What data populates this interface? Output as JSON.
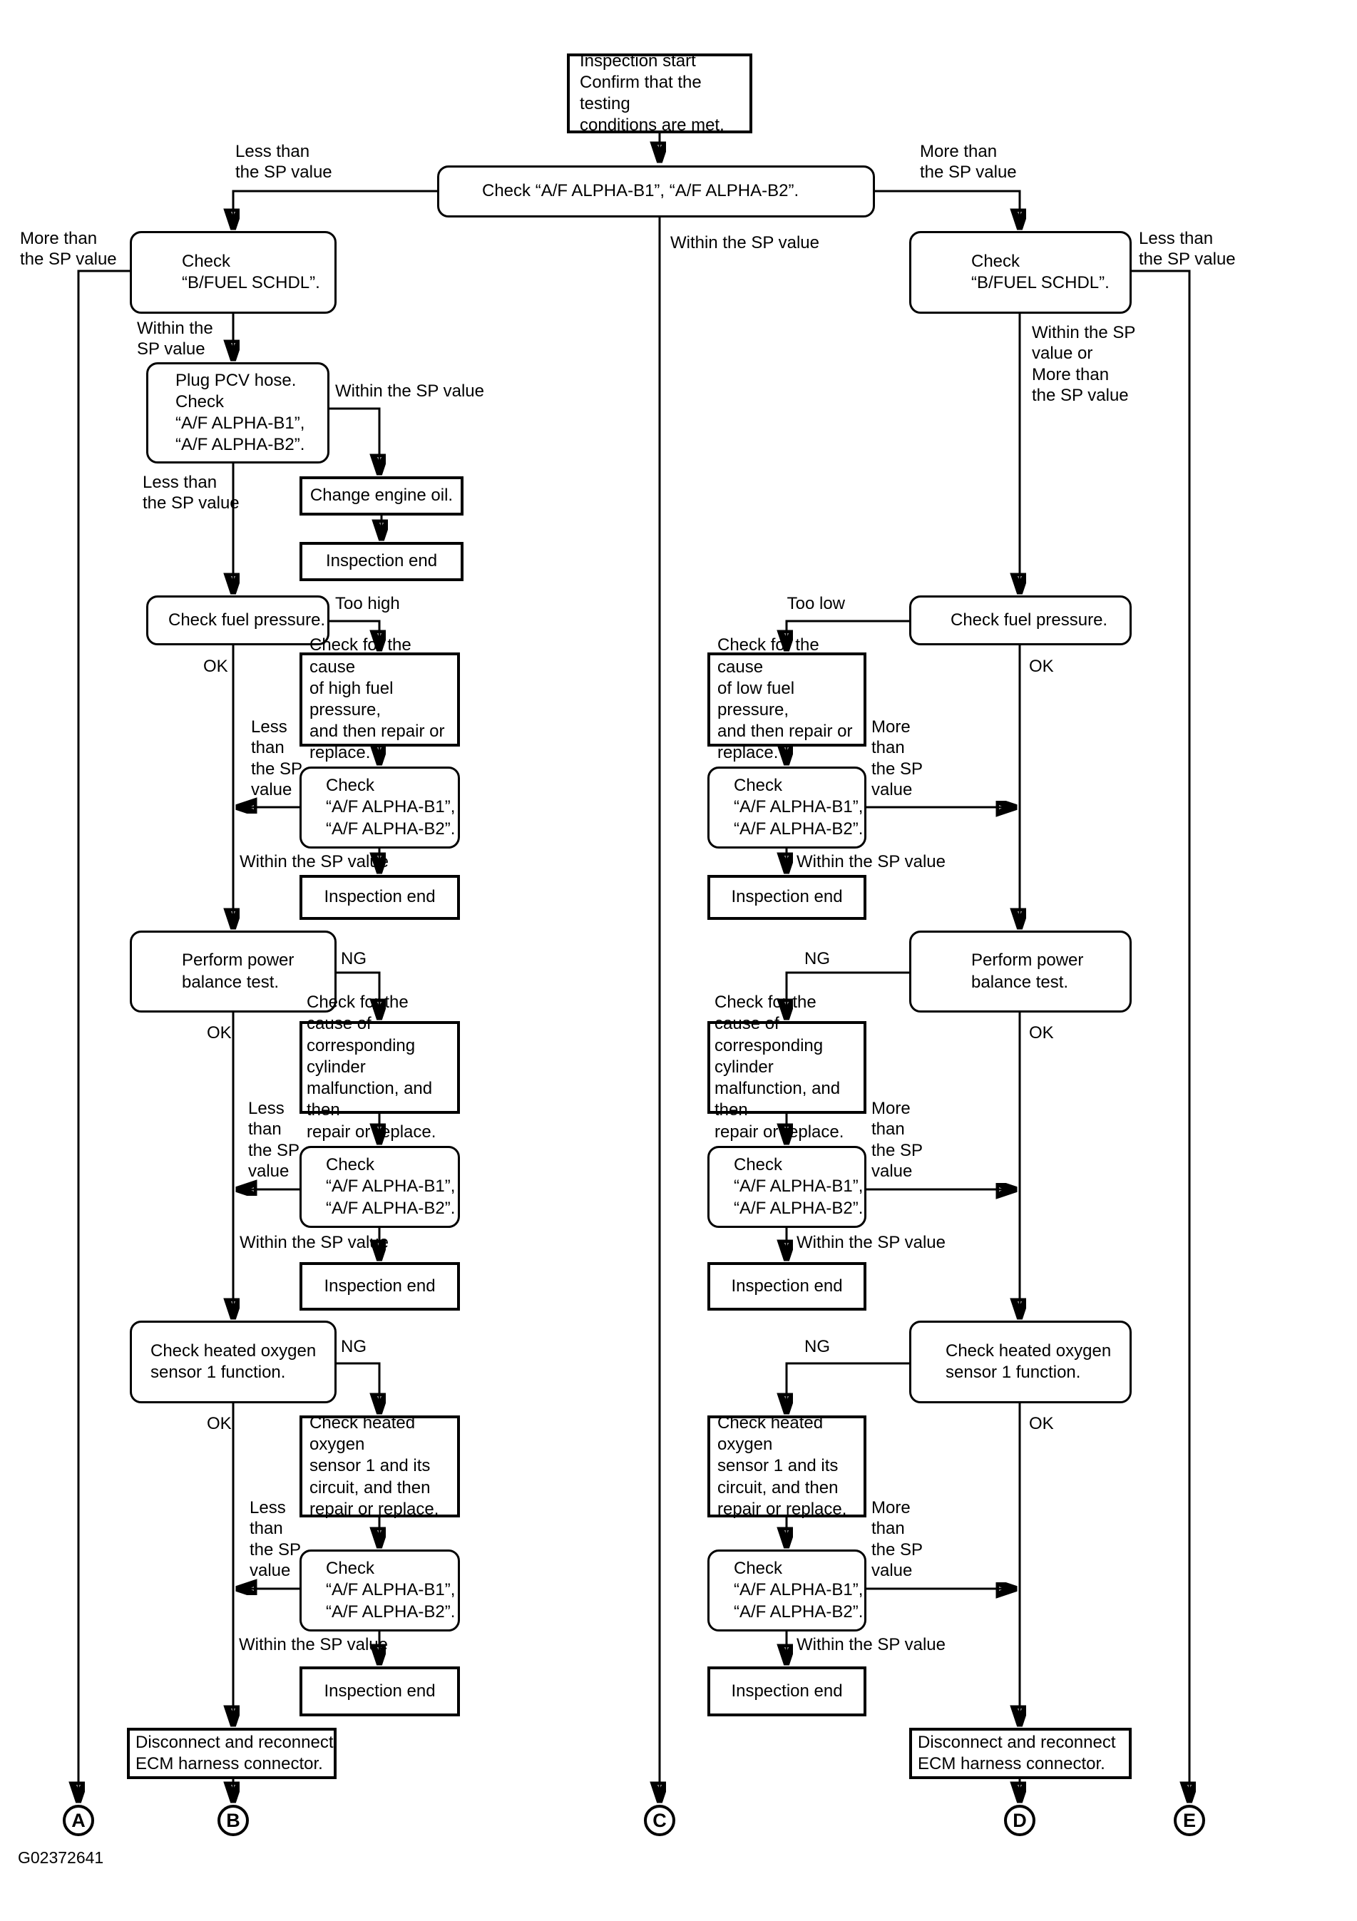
{
  "figure_id": "G02372641",
  "nodes": {
    "start": "Inspection start\nConfirm that the testing\nconditions are met.",
    "check_af_top": "Check “A/F ALPHA-B1”, “A/F ALPHA-B2”.",
    "bfuel": "Check\n“B/FUEL SCHDL”.",
    "plug_pcv": "Plug PCV hose.\nCheck\n“A/F ALPHA-B1”,\n“A/F ALPHA-B2”.",
    "change_oil": "Change engine oil.",
    "inspection_end": "Inspection end",
    "fuel_pressure": "Check fuel pressure.",
    "cause_high_fuel": "Check for the cause\nof high fuel pressure,\nand then repair or\nreplace.",
    "cause_low_fuel": "Check for the cause\nof low fuel pressure,\nand then repair or\nreplace.",
    "check_af": "Check\n“A/F ALPHA-B1”,\n“A/F ALPHA-B2”.",
    "power_balance": "Perform power\nbalance test.",
    "cause_cylinder": "Check for the cause of\ncorresponding cylinder\nmalfunction, and then\nrepair or replace.",
    "check_ho2s": "Check heated oxygen\nsensor 1 function.",
    "cause_ho2s": "Check heated oxygen\nsensor 1 and its\ncircuit, and then\nrepair or replace.",
    "disconnect_ecm": "Disconnect and reconnect\nECM harness connector."
  },
  "labels": {
    "less_than": "Less than\nthe SP value",
    "more_than": "More than\nthe SP value",
    "within": "Within the SP value",
    "within_narrow": "Within the\nSP value",
    "within_or_more": "Within the SP\nvalue or\nMore than\nthe SP value",
    "too_high": "Too high",
    "too_low": "Too low",
    "ok": "OK",
    "ng": "NG",
    "less_than_narrow": "Less\nthan\nthe SP\nvalue",
    "more_than_narrow": "More\nthan\nthe SP\nvalue"
  },
  "connectors": {
    "a": "A",
    "b": "B",
    "c": "C",
    "d": "D",
    "e": "E"
  }
}
